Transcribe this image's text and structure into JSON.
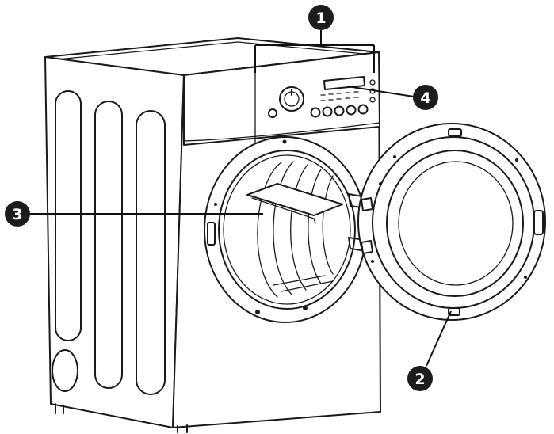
{
  "callouts": [
    {
      "id": "1",
      "label": "1"
    },
    {
      "id": "2",
      "label": "2"
    },
    {
      "id": "3",
      "label": "3"
    },
    {
      "id": "4",
      "label": "4"
    }
  ],
  "colors": {
    "line": "#1a1a1a",
    "callout": "#1c1c1c",
    "callout_text": "#ffffff",
    "background": "#ffffff"
  }
}
